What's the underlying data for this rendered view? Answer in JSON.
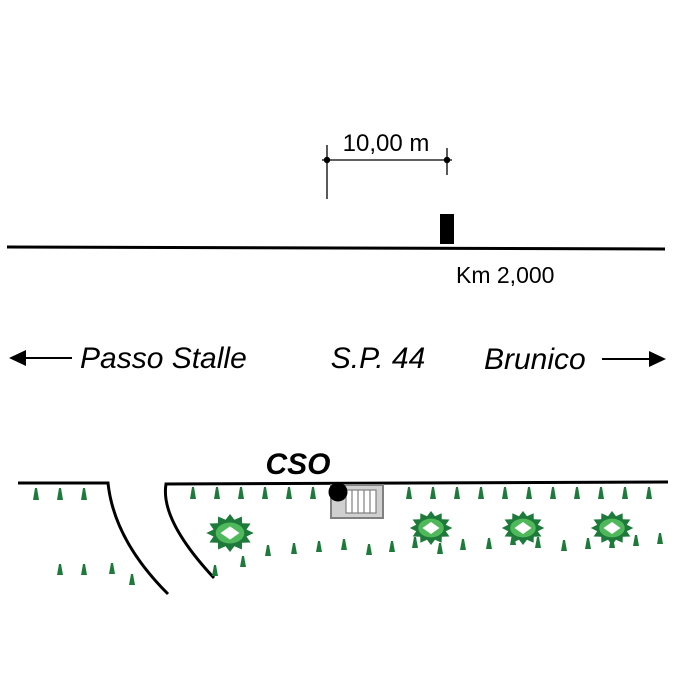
{
  "dimension": {
    "label": "10,00 m"
  },
  "marker": {
    "label": "Km 2,000"
  },
  "directions": {
    "left": "Passo Stalle",
    "center": "S.P. 44",
    "right": "Brunico"
  },
  "site": {
    "label": "CSO"
  },
  "colors": {
    "line": "#000000",
    "vegetation": "#1e7a3a",
    "vegetation_light": "#4fb85a",
    "structure_fill": "#d0d0d0",
    "structure_stroke": "#808080"
  },
  "icons": {
    "tree": "tree-icon",
    "grass": "grass-tuft-icon",
    "arrow_left": "arrow-left-icon",
    "arrow_right": "arrow-right-icon"
  }
}
